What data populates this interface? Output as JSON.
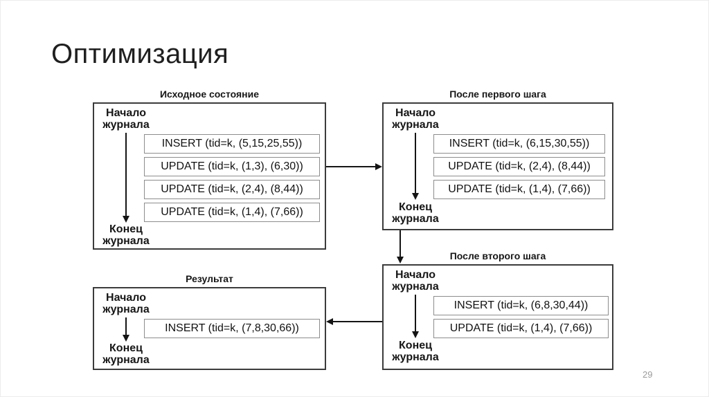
{
  "slide": {
    "title": "Оптимизация",
    "page_number": "29"
  },
  "panels": [
    {
      "title": "Исходное состояние",
      "log_start": "Начало\nжурнала",
      "log_end": "Конец\nжурнала",
      "ops": [
        "INSERT (tid=k, (5,15,25,55))",
        "UPDATE (tid=k, (1,3), (6,30))",
        "UPDATE (tid=k, (2,4), (8,44))",
        "UPDATE (tid=k, (1,4), (7,66))"
      ]
    },
    {
      "title": "После первого шага",
      "log_start": "Начало\nжурнала",
      "log_end": "Конец\nжурнала",
      "ops": [
        "INSERT (tid=k, (6,15,30,55))",
        "UPDATE (tid=k, (2,4), (8,44))",
        "UPDATE (tid=k, (1,4), (7,66))"
      ]
    },
    {
      "title": "После второго шага",
      "log_start": "Начало\nжурнала",
      "log_end": "Конец\nжурнала",
      "ops": [
        "INSERT (tid=k, (6,8,30,44))",
        "UPDATE (tid=k, (1,4), (7,66))"
      ]
    },
    {
      "title": "Результат",
      "log_start": "Начало\nжурнала",
      "log_end": "Конец\nжурнала",
      "ops": [
        "INSERT (tid=k, (7,8,30,66))"
      ]
    }
  ],
  "colors": {
    "outer_border": "#3b3b3b",
    "op_border": "#8c8c8c",
    "title_text": "#1f1f1f",
    "page_number": "#9b9b9b",
    "frame_border": "#ececec"
  }
}
